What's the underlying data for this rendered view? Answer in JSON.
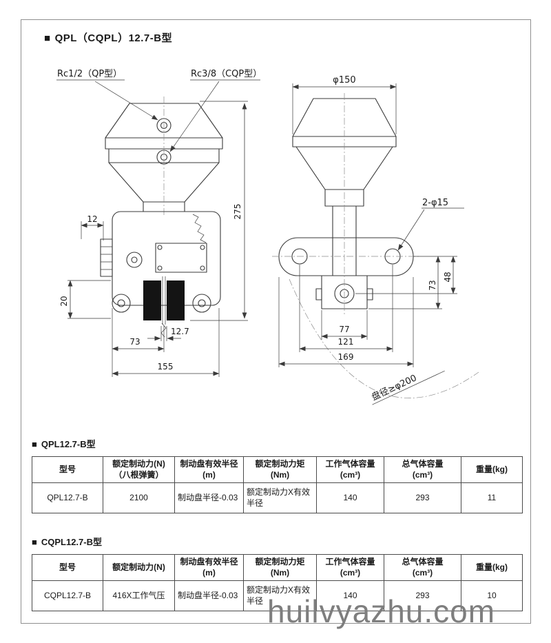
{
  "doc": {
    "marker": "■",
    "title": "QPL（CQPL）12.7-B型"
  },
  "drawing_left": {
    "port_label_qp": "Rc1/2（QP型）",
    "port_label_cqp": "Rc3/8（CQP型）",
    "dim_height": "275",
    "dim_arm": "12",
    "dim_pad_height": "20",
    "dim_73": "73",
    "dim_slot": "12.7",
    "dim_width": "155"
  },
  "drawing_right": {
    "dim_diameter": "φ150",
    "holes_label": "2-φ15",
    "dim_48": "48",
    "dim_73": "73",
    "dim_77": "77",
    "dim_121": "121",
    "dim_169": "169",
    "disc_note": "盘径≥φ200"
  },
  "tables": [
    {
      "marker": "■",
      "title": "QPL12.7-B型",
      "headers": [
        "型号",
        "额定制动力(N)\n（八根弹簧）",
        "制动盘有效半径\n(m)",
        "额定制动力矩\n(Nm)",
        "工作气体容量\n(cm³)",
        "总气体容量\n(cm³)",
        "重量(kg)"
      ],
      "row": [
        "QPL12.7-B",
        "2100",
        "制动盘半径-0.03",
        "额定制动力X有效半径",
        "140",
        "293",
        "11"
      ]
    },
    {
      "marker": "■",
      "title": "CQPL12.7-B型",
      "headers": [
        "型号",
        "额定制动力(N)",
        "制动盘有效半径\n(m)",
        "额定制动力矩\n(Nm)",
        "工作气体容量\n(cm³)",
        "总气体容量\n(cm³)",
        "重量(kg)"
      ],
      "row": [
        "CQPL12.7-B",
        "416X工作气压",
        "制动盘半径-0.03",
        "额定制动力X有效半径",
        "140",
        "293",
        "10"
      ]
    }
  ],
  "watermark": "huilvyazhu.com",
  "colors": {
    "line": "#3a3a3a",
    "border": "#8f8f8f",
    "watermark": "#7e7e7e",
    "pad_fill": "#141414"
  }
}
